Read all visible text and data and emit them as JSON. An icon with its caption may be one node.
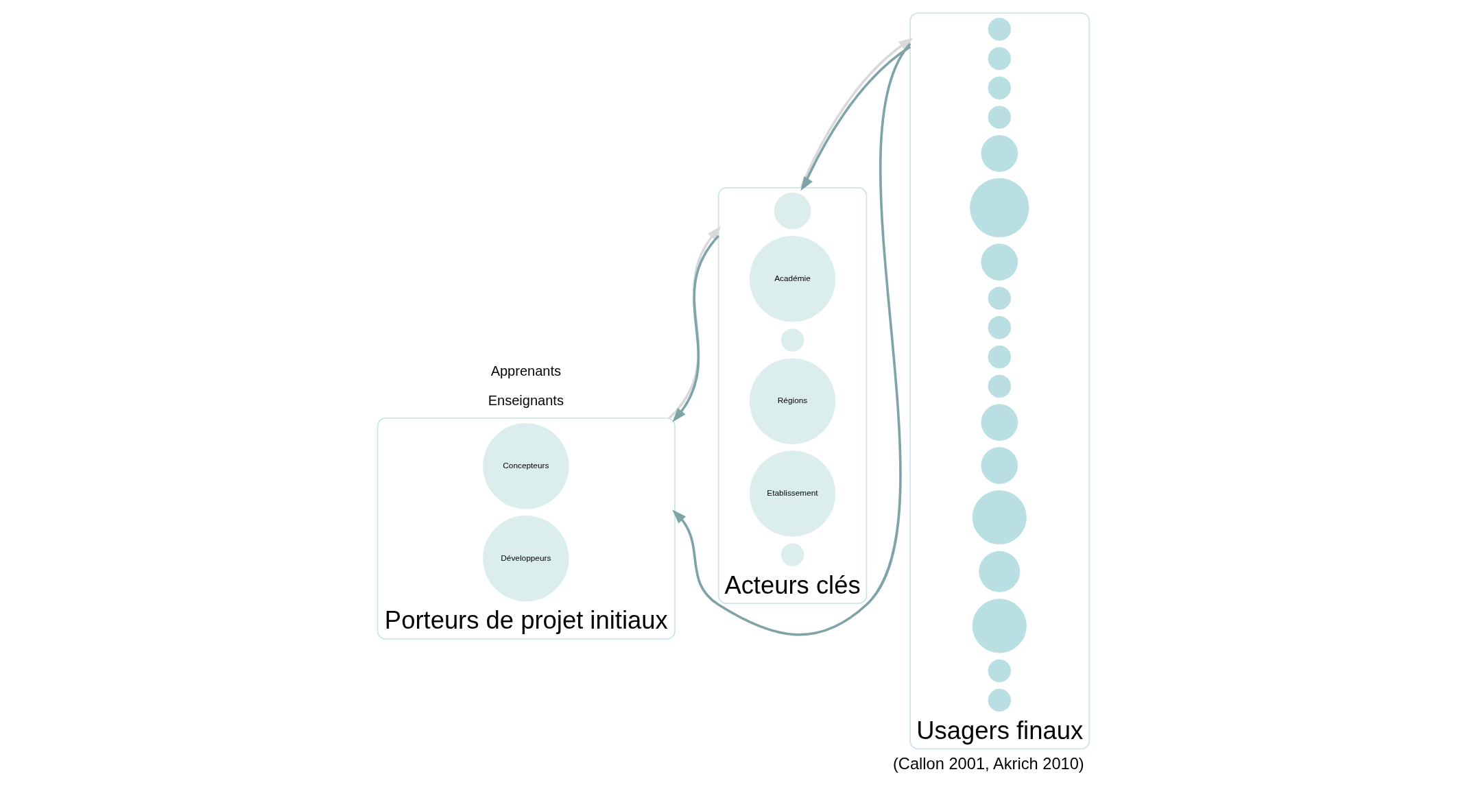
{
  "diagram": {
    "caption": "(Callon 2001, Akrich 2010)",
    "nodes": [
      {
        "text": [
          "Porteurs de projet initiaux"
        ]
      },
      {
        "text": [
          "Concepteurs"
        ],
        "in": 0
      },
      {
        "text": [
          "Développeurs"
        ],
        "in": 0
      },
      {
        "text": [
          "Acteurs clés"
        ]
      },
      {
        "text": [],
        "shape": "circle",
        "in": 3
      },
      {
        "text": [
          "Académie"
        ],
        "in": 3
      },
      {
        "text": [],
        "shape": "circle",
        "in": 3
      },
      {
        "text": [
          "Régions"
        ],
        "in": 3
      },
      {
        "text": [
          "Etablissement"
        ],
        "in": 3
      },
      {
        "text": [],
        "shape": "circle",
        "in": 3
      },
      {
        "text": [
          "Usagers finaux"
        ]
      },
      {
        "text": [],
        "shape": "circle",
        "in": 10
      },
      {
        "text": [],
        "shape": "circle",
        "in": 10
      },
      {
        "text": [],
        "shape": "circle",
        "in": 10
      },
      {
        "text": [],
        "shape": "circle",
        "in": 10
      },
      {
        "text": [],
        "shape": "circle",
        "in": 10
      },
      {
        "text": [],
        "shape": "circle",
        "in": 10
      },
      {
        "text": [],
        "shape": "circle",
        "in": 10
      },
      {
        "text": [],
        "shape": "circle",
        "in": 10
      },
      {
        "text": [],
        "shape": "circle",
        "in": 10
      },
      {
        "text": [],
        "shape": "circle",
        "in": 10
      },
      {
        "text": [],
        "shape": "circle",
        "in": 10
      },
      {
        "text": [],
        "shape": "circle",
        "in": 10
      },
      {
        "text": [],
        "shape": "circle",
        "in": 10
      },
      {
        "text": [],
        "shape": "circle",
        "in": 10
      },
      {
        "text": [],
        "shape": "circle",
        "in": 10
      },
      {
        "text": [],
        "shape": "circle",
        "in": 10
      },
      {
        "text": [],
        "shape": "circle",
        "in": 10
      },
      {
        "text": [],
        "shape": "circle",
        "in": 10
      }
    ],
    "edges": [
      {
        "from": 0,
        "to": 3,
        "arrow": "to",
        "color": "#d9d9d9"
      },
      {
        "from": 3,
        "to": 0,
        "arrow": "to"
      },
      {
        "from": 3,
        "to": 10,
        "arrow": "to",
        "color": "#d9d9d9"
      },
      {
        "from": 10,
        "to": 3,
        "arrow": "to"
      },
      {
        "from": 10,
        "to": 0,
        "arrow": "to"
      }
    ],
    "labels": [
      "Enseignants",
      "Apprenants"
    ]
  }
}
